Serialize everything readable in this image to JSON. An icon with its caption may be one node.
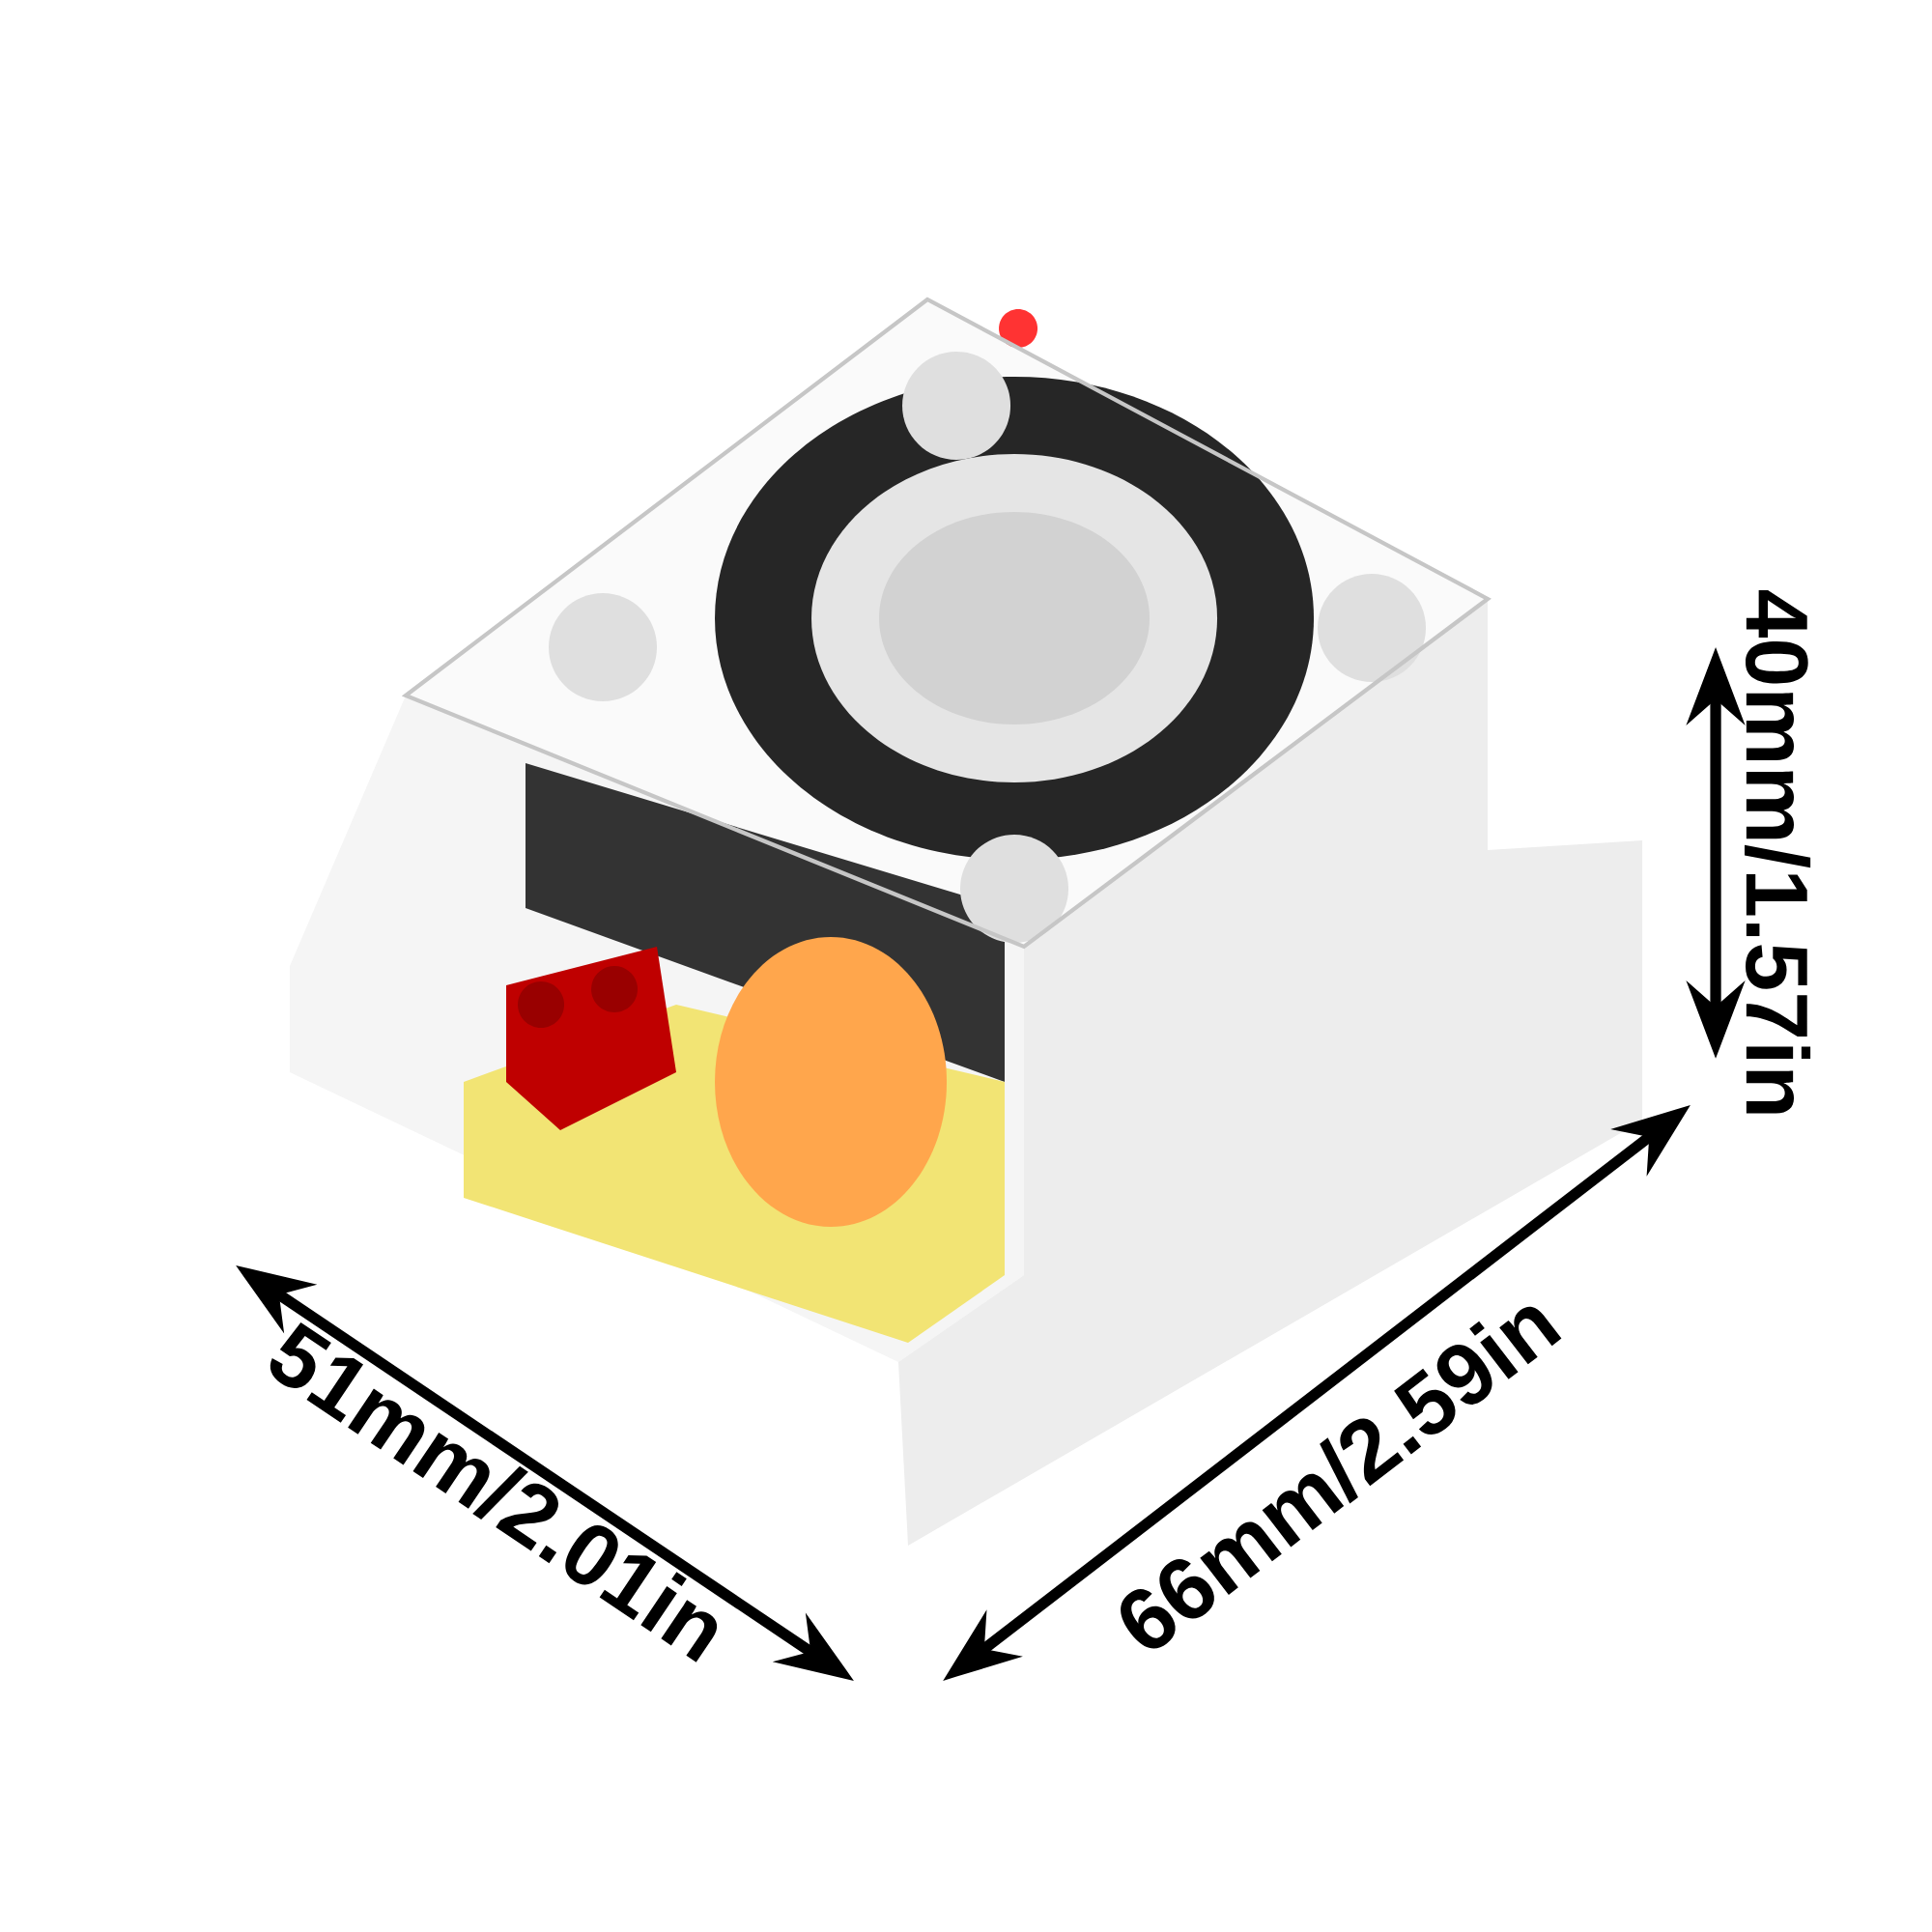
{
  "diagram": {
    "labels": [
      "40mm/1.57in",
      "51mm/2.01in",
      "66mm/2.59in"
    ]
  }
}
